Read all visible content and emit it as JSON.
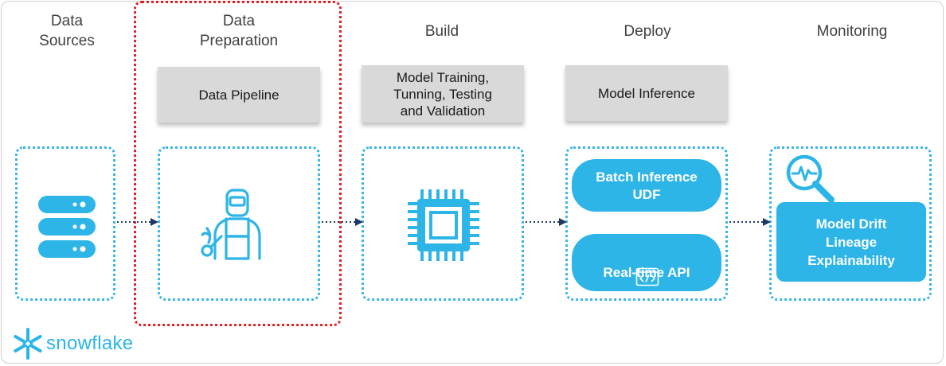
{
  "stages": [
    {
      "title": "Data\nSources"
    },
    {
      "title": "Data\nPreparation"
    },
    {
      "title": "Build"
    },
    {
      "title": "Deploy"
    },
    {
      "title": "Monitoring"
    }
  ],
  "gray_labels": {
    "prep": "Data Pipeline",
    "build": "Model Training,\nTunning, Testing\nand Validation",
    "deploy": "Model Inference"
  },
  "deploy_items": {
    "batch": "Batch Inference\nUDF",
    "realtime": "Real-time API"
  },
  "monitoring_box": "Model Drift\nLineage\nExplainability",
  "brand": {
    "name": "snowflake",
    "color": "#29b5e8"
  },
  "colors": {
    "accent": "#2eb5e8",
    "highlight_border": "#e01f26",
    "gray_box": "#d9d9d9"
  },
  "icons": [
    "database-icon",
    "data-engineer-icon",
    "cpu-chip-icon",
    "code-window-icon",
    "monitoring-magnifier-icon",
    "snowflake-logo-icon"
  ]
}
